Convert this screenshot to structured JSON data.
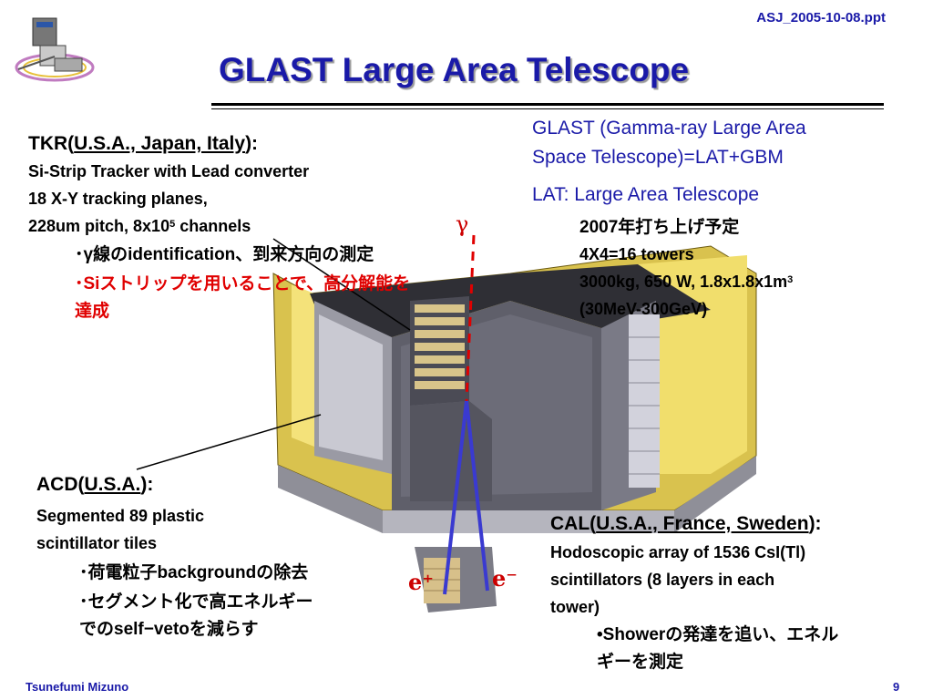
{
  "header": {
    "file_name": "ASJ_2005-10-08.ppt",
    "title": "GLAST Large Area Telescope"
  },
  "tkr": {
    "prefix": "TKR(",
    "countries": "U.S.A., Japan, Italy",
    "suffix": "):",
    "line1": "Si-Strip Tracker with Lead converter",
    "line2": "18 X-Y tracking planes,",
    "line3_pre": "228um pitch, 8x10",
    "line3_sup": "5",
    "line3_post": " channels",
    "bullet1": "･γ線のidentification、到来方向の測定",
    "bullet2a": "･Siストリップを用いることで、高分解能を",
    "bullet2b": "達成"
  },
  "glast": {
    "line1": "GLAST (Gamma-ray Large Area",
    "line2": "Space Telescope)=LAT+GBM",
    "line3": "LAT: Large Area Telescope",
    "d1": "2007年打ち上げ予定",
    "d2": "4X4=16 towers",
    "d3_pre": "3000kg, 650 W, 1.8x1.8x1m",
    "d3_sup": "3",
    "d4": "(30MeV-300GeV)"
  },
  "acd": {
    "prefix": "ACD(",
    "countries": "U.S.A.",
    "suffix": "):",
    "line1": "Segmented 89 plastic",
    "line2": "scintillator tiles",
    "bullet1": "･荷電粒子backgroundの除去",
    "bullet2a": "･セグメント化で高エネルギー",
    "bullet2b": "でのself−vetoを減らす"
  },
  "cal": {
    "prefix": "CAL(",
    "countries": "U.S.A., France, Sweden",
    "suffix": "):",
    "line1": "Hodoscopic array of 1536 CsI(Tl)",
    "line2": "scintillators (8 layers in each",
    "line3": "tower)",
    "bullet1a": "•Showerの発達を追い、エネル",
    "bullet1b": "ギーを測定"
  },
  "diagram": {
    "gamma": "γ",
    "e_plus": "e⁺",
    "e_minus": "e⁻"
  },
  "footer": {
    "author": "Tsunefumi Mizuno",
    "page": "9"
  },
  "colors": {
    "title_blue": "#1a1aa8",
    "highlight_red": "#e00000",
    "acd_yellow": "#f2d84a"
  }
}
